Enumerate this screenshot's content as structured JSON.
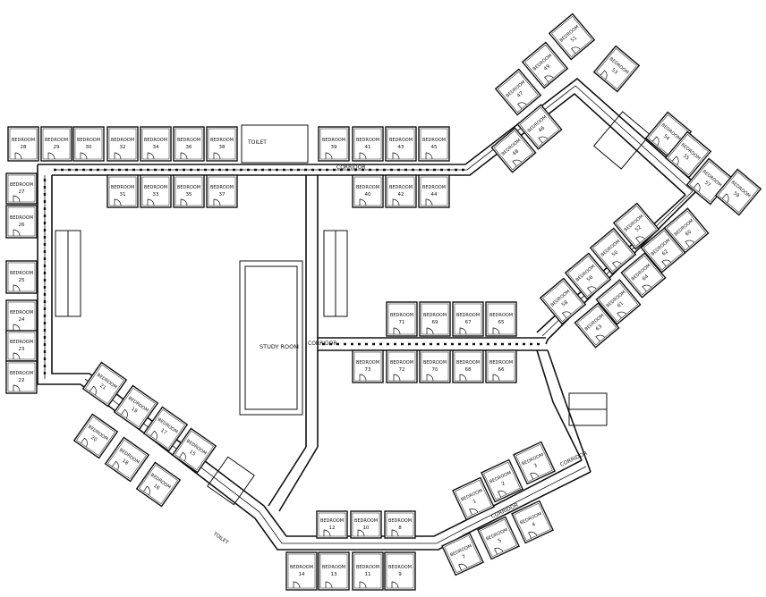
{
  "plan": {
    "common_labels": {
      "corridor": "CORRIDOR",
      "study_room": "STUDY ROOM",
      "toilet": "TOILET"
    },
    "rooms": [
      {
        "label": "BEDROOM",
        "number": "28"
      },
      {
        "label": "BEDROOM",
        "number": "29"
      },
      {
        "label": "BEDROOM",
        "number": "30"
      },
      {
        "label": "BEDROOM",
        "number": "32"
      },
      {
        "label": "BEDROOM",
        "number": "34"
      },
      {
        "label": "BEDROOM",
        "number": "36"
      },
      {
        "label": "BEDROOM",
        "number": "38"
      },
      {
        "label": "BEDROOM",
        "number": "39"
      },
      {
        "label": "BEDROOM",
        "number": "41"
      },
      {
        "label": "BEDROOM",
        "number": "43"
      },
      {
        "label": "BEDROOM",
        "number": "45"
      },
      {
        "label": "BEDROOM",
        "number": "31"
      },
      {
        "label": "BEDROOM",
        "number": "33"
      },
      {
        "label": "BEDROOM",
        "number": "35"
      },
      {
        "label": "BEDROOM",
        "number": "37"
      },
      {
        "label": "BEDROOM",
        "number": "40"
      },
      {
        "label": "BEDROOM",
        "number": "42"
      },
      {
        "label": "BEDROOM",
        "number": "44"
      },
      {
        "label": "BEDROOM",
        "number": "27"
      },
      {
        "label": "BEDROOM",
        "number": "26"
      },
      {
        "label": "BEDROOM",
        "number": "25"
      },
      {
        "label": "BEDROOM",
        "number": "24"
      },
      {
        "label": "BEDROOM",
        "number": "23"
      },
      {
        "label": "BEDROOM",
        "number": "22"
      },
      {
        "label": "BEDROOM",
        "number": "71"
      },
      {
        "label": "BEDROOM",
        "number": "69"
      },
      {
        "label": "BEDROOM",
        "number": "67"
      },
      {
        "label": "BEDROOM",
        "number": "65"
      },
      {
        "label": "BEDROOM",
        "number": "73"
      },
      {
        "label": "BEDROOM",
        "number": "72"
      },
      {
        "label": "BEDROOM",
        "number": "70"
      },
      {
        "label": "BEDROOM",
        "number": "68"
      },
      {
        "label": "BEDROOM",
        "number": "66"
      },
      {
        "label": "BEDROOM",
        "number": "12"
      },
      {
        "label": "BEDROOM",
        "number": "10"
      },
      {
        "label": "BEDROOM",
        "number": "8"
      },
      {
        "label": "BEDROOM",
        "number": "14"
      },
      {
        "label": "BEDROOM",
        "number": "13"
      },
      {
        "label": "BEDROOM",
        "number": "11"
      },
      {
        "label": "BEDROOM",
        "number": "9"
      },
      {
        "label": "BEDROOM",
        "number": "21"
      },
      {
        "label": "BEDROOM",
        "number": "19"
      },
      {
        "label": "BEDROOM",
        "number": "17"
      },
      {
        "label": "BEDROOM",
        "number": "15"
      },
      {
        "label": "BEDROOM",
        "number": "20"
      },
      {
        "label": "BEDROOM",
        "number": "18"
      },
      {
        "label": "BEDROOM",
        "number": "16"
      },
      {
        "label": "BEDROOM",
        "number": "51"
      },
      {
        "label": "BEDROOM",
        "number": "49"
      },
      {
        "label": "BEDROOM",
        "number": "47"
      },
      {
        "label": "BEDROOM",
        "number": "48"
      },
      {
        "label": "BEDROOM",
        "number": "46"
      },
      {
        "label": "BEDROOM",
        "number": "53"
      },
      {
        "label": "BEDROOM",
        "number": "54"
      },
      {
        "label": "BEDROOM",
        "number": "55"
      },
      {
        "label": "BEDROOM",
        "number": "57"
      },
      {
        "label": "BEDROOM",
        "number": "59"
      },
      {
        "label": "BEDROOM",
        "number": "52"
      },
      {
        "label": "BEDROOM",
        "number": "50"
      },
      {
        "label": "BEDROOM",
        "number": "56"
      },
      {
        "label": "BEDROOM",
        "number": "58"
      },
      {
        "label": "BEDROOM",
        "number": "60"
      },
      {
        "label": "BEDROOM",
        "number": "62"
      },
      {
        "label": "BEDROOM",
        "number": "61"
      },
      {
        "label": "BEDROOM",
        "number": "63"
      },
      {
        "label": "BEDROOM",
        "number": "64"
      },
      {
        "label": "BEDROOM",
        "number": "3"
      },
      {
        "label": "BEDROOM",
        "number": "2"
      },
      {
        "label": "BEDROOM",
        "number": "1"
      },
      {
        "label": "BEDROOM",
        "number": "7"
      },
      {
        "label": "BEDROOM",
        "number": "5"
      },
      {
        "label": "BEDROOM",
        "number": "4"
      }
    ]
  }
}
